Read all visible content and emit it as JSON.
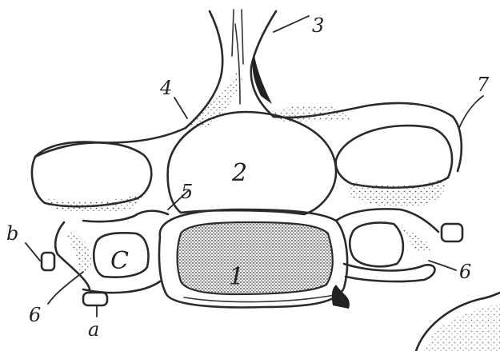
{
  "labels": {
    "body_number": "1",
    "canal_number": "2",
    "spinous_number": "3",
    "lamina_number": "4",
    "pedicle_number": "5",
    "foramen_left_number": "6",
    "foramen_right_number": "6",
    "articular_number": "7",
    "canal_c_letter": "C",
    "tubercle_a_letter": "a",
    "tubercle_b_letter": "b"
  },
  "colors": {
    "ink": "#2a2a2a",
    "stipple": "#555555",
    "paper": "#ffffff"
  }
}
